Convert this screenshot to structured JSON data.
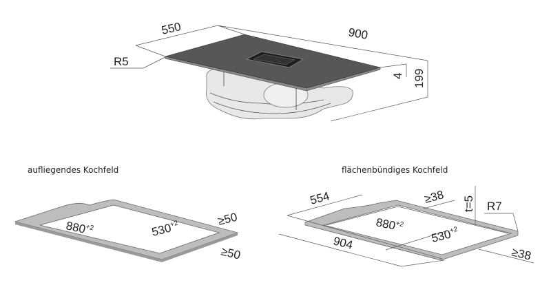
{
  "top_view": {
    "width_dim": "550",
    "length_dim": "900",
    "radius_dim": "R5",
    "glass_thickness_dim": "4",
    "total_height_dim": "199"
  },
  "surface_mount": {
    "title": "aufliegendes Kochfeld",
    "cutout_length": "880",
    "cutout_length_tol": "+2",
    "cutout_width": "530",
    "cutout_width_tol": "+2",
    "min_back_margin": "≥50",
    "min_side_margin": "≥50"
  },
  "flush_mount": {
    "title": "flächenbündiges Kochfeld",
    "rebate_width": "554",
    "rebate_length": "904",
    "min_back_margin": "≥38",
    "min_side_margin": "≥38",
    "rebate_depth": "t=5",
    "rebate_radius": "R7",
    "cutout_length": "880",
    "cutout_length_tol": "+2",
    "cutout_width": "530",
    "cutout_width_tol": "+2"
  },
  "colors": {
    "glass": "#555555",
    "frame": "#bdbdbd",
    "unit": "#e6e6e6"
  }
}
